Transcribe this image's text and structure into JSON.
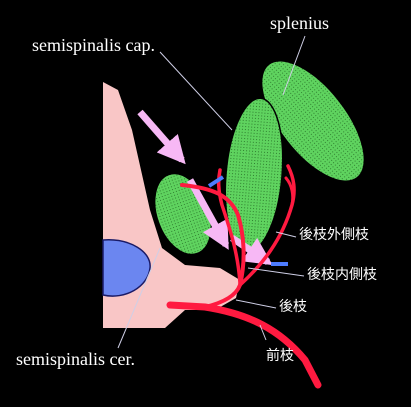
{
  "labels": {
    "splenius": "splenius",
    "semispinalis_cap": "semispinalis cap.",
    "semispinalis_cer": "semispinalis cer.",
    "lateral_branch": "後枝外側枝",
    "medial_branch": "後枝内側枝",
    "dorsal_ramus": "後枝",
    "ventral_ramus": "前枝"
  },
  "colors": {
    "background": "#000000",
    "bone": "#f9c6c6",
    "muscle": "#5fd35f",
    "nerve": "#ff1a40",
    "arrow": "#f7b8f5",
    "foramen": "#6b86f0",
    "marker": "#4d7cff",
    "leader": "#cfcfe6"
  }
}
